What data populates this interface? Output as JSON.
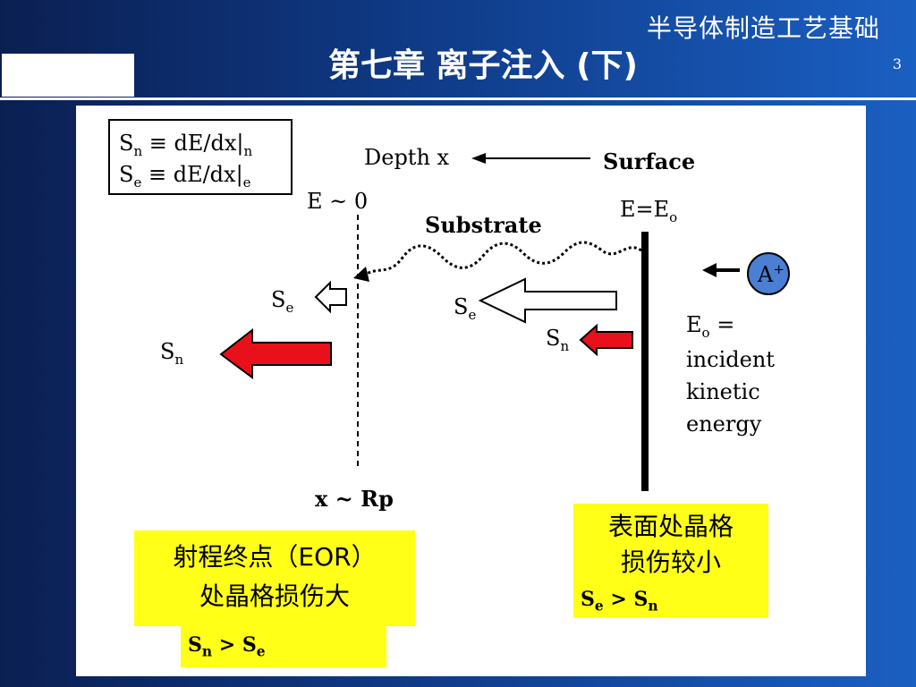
{
  "header": {
    "course_title": "半导体制造工艺基础",
    "chapter_title": "第七章 离子注入 (下)",
    "page_number": "3"
  },
  "figure": {
    "definitions": {
      "sn": {
        "sym": "S",
        "sub": "n",
        "rest": " ≡ dE/dx|",
        "sub2": "n"
      },
      "se": {
        "sym": "S",
        "sub": "e",
        "rest": " ≡ dE/dx|",
        "sub2": "e"
      }
    },
    "depth_label": "Depth x",
    "surface_label": "Surface",
    "e_zero_label": "E ~ 0",
    "e_eq_label": "E=E",
    "e_eq_sub": "o",
    "substrate_label": "Substrate",
    "ion_label": "A",
    "ion_sup": "+",
    "se_letter": "S",
    "se_sub": "e",
    "sn_letter": "S",
    "sn_sub": "n",
    "eo_lines": [
      "E",
      "incident",
      "kinetic",
      "energy"
    ],
    "eo_sub": "o",
    "eo_eq": " =",
    "rp_label": "x ~ Rp"
  },
  "notes": {
    "eor_line1": "射程终点（EOR）",
    "eor_line2": "处晶格损伤大",
    "surface_line1": "表面处晶格",
    "surface_line2": "损伤较小",
    "cmp_left": {
      "a": "S",
      "a_sub": "n",
      "op": " > ",
      "b": "S",
      "b_sub": "e"
    },
    "cmp_right": {
      "a": "S",
      "a_sub": "e",
      "op": " > ",
      "b": "S",
      "b_sub": "n"
    }
  },
  "colors": {
    "arrow_red": "#e8101a",
    "note_yellow": "#ffff17",
    "ion_circle": "#4a7fd4"
  }
}
